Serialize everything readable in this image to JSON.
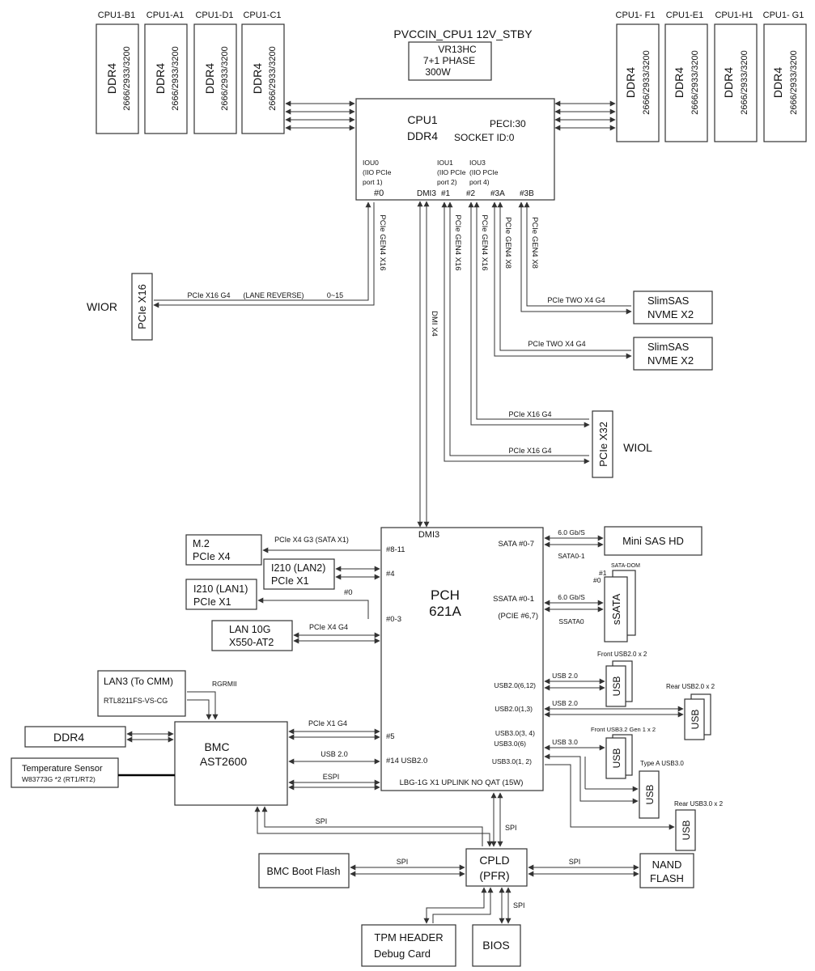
{
  "cpu": {
    "name": "CPU1",
    "mem": "DDR4",
    "peci": "PECI:30",
    "socket": "SOCKET ID:0",
    "iou0": [
      "IOU0",
      "(IIO PCIe",
      "port 1)"
    ],
    "iou1": [
      "IOU1",
      "(IIO PCIe",
      "port 2)"
    ],
    "iou3": [
      "IOU3",
      "(IIO PCIe",
      "port 4)"
    ],
    "ports": {
      "p0": "#0",
      "dmi3": "DMI3",
      "p1": "#1",
      "p2": "#2",
      "p3a": "#3A",
      "p3b": "#3B"
    }
  },
  "vr": {
    "title": "PVCCIN_CPU1 12V_STBY",
    "lines": [
      "VR13HC",
      "7+1 PHASE",
      "300W"
    ]
  },
  "dimms": [
    {
      "label": "CPU1-B1",
      "type": "DDR4",
      "speed": "2666/2933/3200"
    },
    {
      "label": "CPU1-A1",
      "type": "DDR4",
      "speed": "2666/2933/3200"
    },
    {
      "label": "CPU1-D1",
      "type": "DDR4",
      "speed": "2666/2933/3200"
    },
    {
      "label": "CPU1-C1",
      "type": "DDR4",
      "speed": "2666/2933/3200"
    },
    {
      "label": "CPU1- F1",
      "type": "DDR4",
      "speed": "2666/2933/3200"
    },
    {
      "label": "CPU1-E1",
      "type": "DDR4",
      "speed": "2666/2933/3200"
    },
    {
      "label": "CPU1-H1",
      "type": "DDR4",
      "speed": "2666/2933/3200"
    },
    {
      "label": "CPU1- G1",
      "type": "DDR4",
      "speed": "2666/2933/3200"
    }
  ],
  "links": {
    "gen4x16_a": "PCIe GEN4 X16",
    "gen4x16_b": "PCIe GEN4 X16",
    "gen4x16_c": "PCIe GEN4 X16",
    "gen4x8_a": "PCIe GEN4 X8",
    "gen4x8_b": "PCIe GEN4 X8",
    "dmi_x4": "DMI X4",
    "wior_link": "PCIe X16 G4",
    "lane_reverse": "(LANE REVERSE)",
    "lanes": "0~15",
    "two_x4_a": "PCIe TWO X4 G4",
    "two_x4_b": "PCIe TWO X4 G4",
    "x16g4_a": "PCIe X16 G4",
    "x16g4_b": "PCIe X16 G4"
  },
  "wior": {
    "label": "WIOR",
    "slot": "PCIe X16"
  },
  "wiol": {
    "label": "WIOL",
    "slot": "PCIe X32"
  },
  "slimsas": [
    {
      "line1": "SlimSAS",
      "line2": "NVME X2"
    },
    {
      "line1": "SlimSAS",
      "line2": "NVME X2"
    }
  ],
  "pch": {
    "name": "PCH",
    "model": "621A",
    "dmi3": "DMI3",
    "p8_11": "#8-11",
    "p4": "#4",
    "p0": "#0",
    "p0_3": "#0-3",
    "p5": "#5",
    "p14": "#14 USB2.0",
    "sata": "SATA #0-7",
    "ssata": "SSATA #0-1",
    "pcie67": "(PCIE #6,7)",
    "usb2_612": "USB2.0(6,12)",
    "usb2_13": "USB2.0(1,3)",
    "usb3_34": "USB3.0(3, 4)",
    "usb3_6": "USB3.0(6)",
    "usb3_12": "USB3.0(1, 2)",
    "bottom": "LBG-1G  X1 UPLINK NO QAT (15W)"
  },
  "left_devices": {
    "m2": [
      "M.2",
      "PCIe X4"
    ],
    "m2_link": "PCIe X4 G3 (SATA X1)",
    "i210_lan2": [
      "I210 (LAN2)",
      "PCIe X1"
    ],
    "i210_lan1": [
      "I210 (LAN1)",
      "PCIe X1"
    ],
    "lan10g": [
      "LAN 10G",
      "X550-AT2"
    ],
    "lan10g_link": "PCIe X4 G4"
  },
  "right_devices": {
    "minisas": "Mini SAS HD",
    "sata_speed": "6.0 Gb/S",
    "sata01": "SATA0-1",
    "satadom": "SATA-DOM",
    "dom1": "#1",
    "dom0": "#0",
    "ssata_box": "sSATA",
    "ssata_speed": "6.0 Gb/S",
    "ssata0": "SSATA0",
    "front_usb2": "Front USB2.0 x 2",
    "rear_usb2": "Rear USB2.0 x 2",
    "front_usb32": "Front USB3.2 Gen 1 x 2",
    "typea_usb3": "Type A USB3.0",
    "rear_usb3": "Rear USB3.0 x 2",
    "usb": "USB",
    "usb20_a": "USB 2.0",
    "usb20_b": "USB 2.0",
    "usb30": "USB 3.0"
  },
  "bmc": {
    "name": "BMC",
    "model": "AST2600",
    "lan3": "LAN3 (To CMM)",
    "rtl": "RTL8211FS-VS-CG",
    "rgrmii": "RGRMII",
    "ddr4": "DDR4",
    "temp1": "Temperature Sensor",
    "temp2": "W83773G *2 (RT1/RT2)",
    "pcie_x1": "PCIe X1 G4",
    "usb20": "USB 2.0",
    "espi": "ESPI",
    "spi": "SPI"
  },
  "bottom": {
    "cpld1": "CPLD",
    "cpld2": "(PFR)",
    "bmc_flash": "BMC Boot Flash",
    "nand1": "NAND",
    "nand2": "FLASH",
    "tpm1": "TPM HEADER",
    "tpm2": "Debug Card",
    "bios": "BIOS",
    "spi_a": "SPI",
    "spi_b": "SPI",
    "spi_c": "SPI",
    "spi_d": "SPI"
  }
}
